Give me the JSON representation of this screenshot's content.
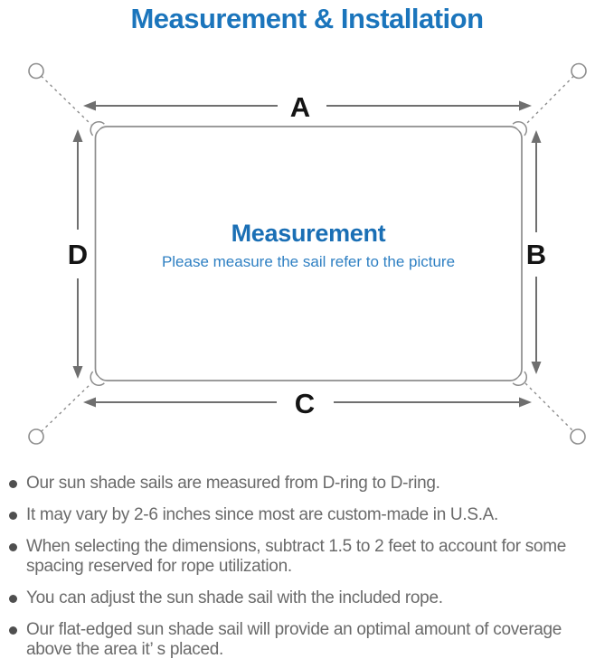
{
  "page": {
    "title": "Measurement & Installation"
  },
  "diagram": {
    "labels": {
      "top": "A",
      "right": "B",
      "bottom": "C",
      "left": "D"
    },
    "center_title": "Measurement",
    "center_subtitle": "Please measure the sail refer to the picture"
  },
  "notes": {
    "items": [
      "Our sun shade sails are measured from D-ring to D-ring.",
      "It may vary by 2-6 inches since most are custom-made in U.S.A.",
      "When selecting the dimensions, subtract 1.5 to 2 feet to account for some spacing reserved for rope utilization.",
      "You can adjust the sun shade sail with the included rope.",
      "Our flat-edged sun shade sail will provide an optimal amount of coverage above the area it’ s placed."
    ]
  },
  "colors": {
    "title_blue": "#1b75bc",
    "center_blue": "#1a6fb5",
    "subtitle_blue": "#2f80c3",
    "text_gray": "#6a6a6a",
    "dot_gray": "#4f4f4f",
    "line_gray": "#8d8d8d",
    "arrow_gray": "#6f6f6f",
    "label_black": "#141414"
  }
}
